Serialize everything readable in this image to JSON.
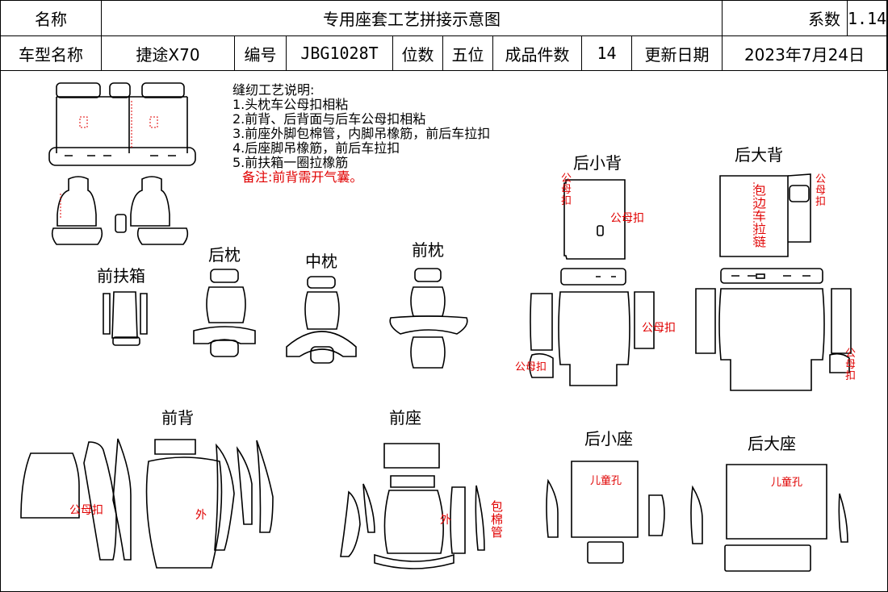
{
  "header": {
    "name_label": "名称",
    "title": "专用座套工艺拼接示意图",
    "coef_label": "系数",
    "coef_value": "1.14",
    "model_label": "车型名称",
    "model_value": "捷途X70",
    "code_label": "编号",
    "code_value": "JBG1028T",
    "seats_label": "位数",
    "seats_value": "五位",
    "pieces_label": "成品件数",
    "pieces_value": "14",
    "date_label": "更新日期",
    "date_value": "2023年7月24日"
  },
  "notes": {
    "title": "缝纫工艺说明:",
    "items": [
      "1.头枕车公母扣相粘",
      "2.前背、后背面与后车公母扣相粘",
      "3.前座外脚包棉管，内脚吊橡筋，前后车拉扣",
      "4.后座脚吊橡筋，前后车拉扣",
      "5.前扶箱一圈拉橡筋"
    ],
    "remark": "备注:前背需开气囊。"
  },
  "labels": {
    "front_armrest": "前扶箱",
    "rear_headrest": "后枕",
    "mid_headrest": "中枕",
    "front_headrest": "前枕",
    "rear_small_back": "后小背",
    "rear_big_back": "后大背",
    "front_back": "前背",
    "front_seat": "前座",
    "rear_small_seat": "后小座",
    "rear_big_seat": "后大座"
  },
  "annotations": {
    "snap": "公母扣",
    "outer": "外",
    "cotton_pipe": "包棉管",
    "edge_zipper": "包边车拉链",
    "child_hole": "儿童孔"
  }
}
